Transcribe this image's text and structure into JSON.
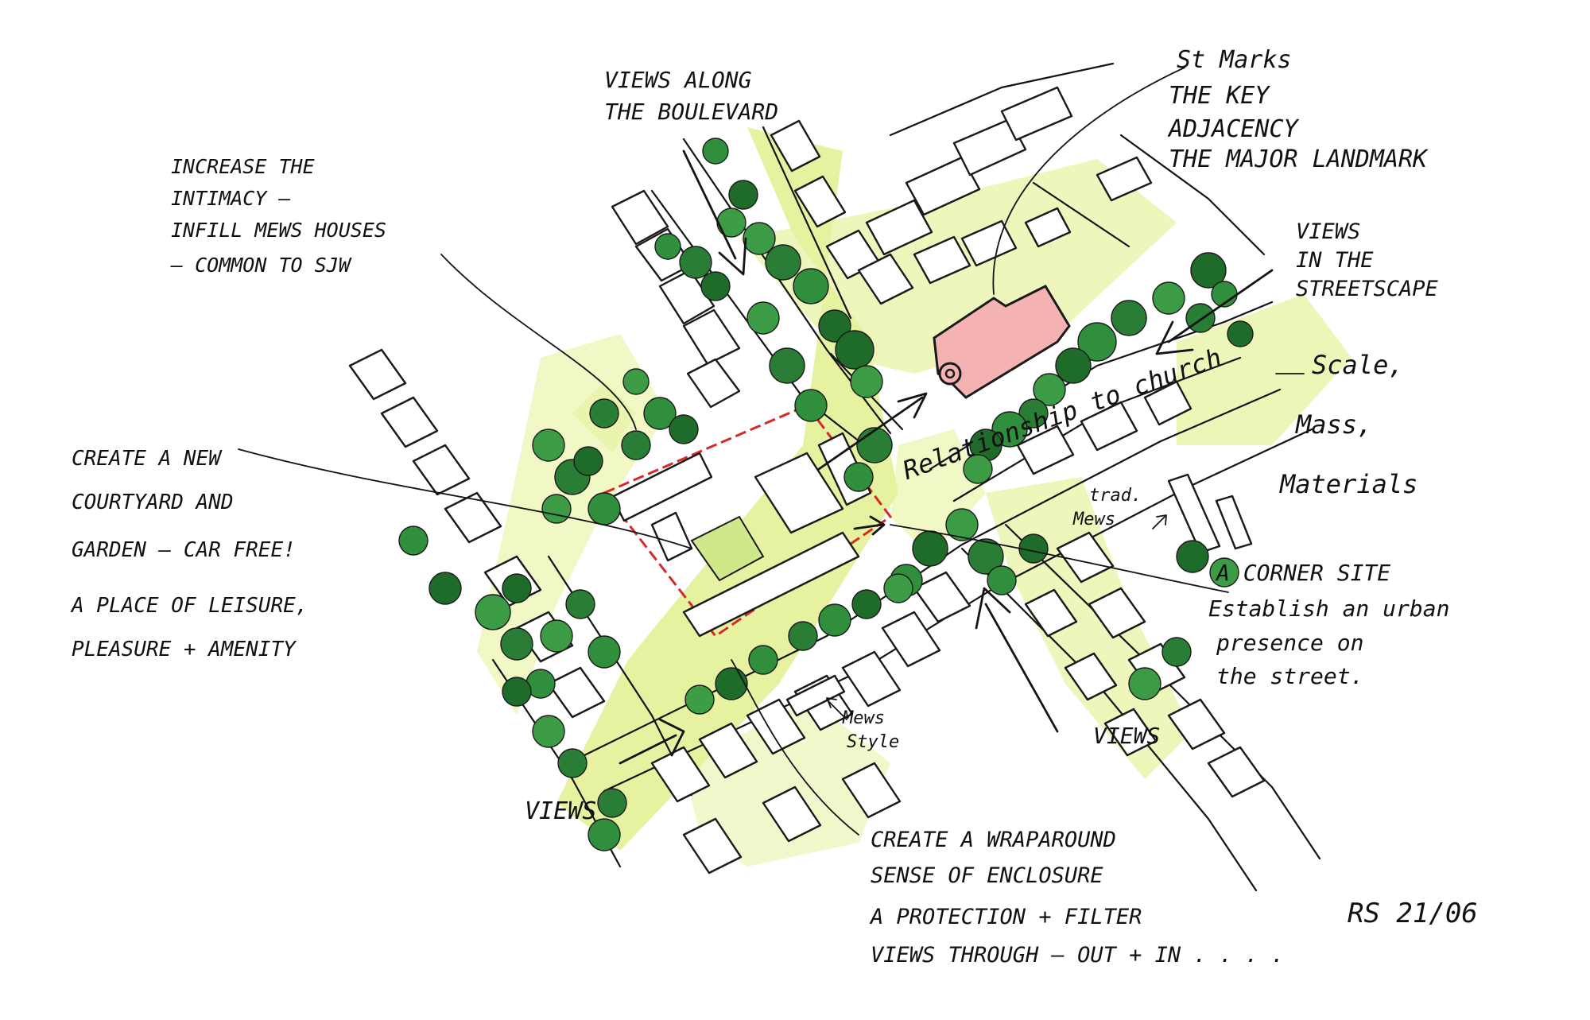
{
  "colors": {
    "paper": "#ffffff",
    "ink": "#141414",
    "wash": "#e2f08e",
    "tree": "#2f8f3c",
    "tree_dark": "#1f6b2a",
    "church": "#f4b2b2",
    "boundary": "#d42a2a"
  },
  "icons": [
    "arrow",
    "tree",
    "building",
    "church",
    "site-boundary"
  ],
  "notes": {
    "views_boulevard": [
      "VIEWS ALONG",
      "THE BOULEVARD"
    ],
    "increase_intimacy": [
      "INCREASE THE",
      "INTIMACY –",
      "INFILL MEWS HOUSES",
      "– COMMON TO SJW"
    ],
    "st_marks": [
      "St Marks",
      "THE KEY",
      "ADJACENCY",
      "THE MAJOR LANDMARK"
    ],
    "views_streetscape": [
      "VIEWS",
      "IN THE",
      "STREETSCAPE"
    ],
    "scale": [
      "Scale,",
      "Mass,",
      "Materials"
    ],
    "relationship": "Relationship to church",
    "trad_mews": [
      "trad.",
      "Mews"
    ],
    "new_courtyard": [
      "CREATE A NEW",
      "COURTYARD AND",
      "GARDEN – CAR FREE!",
      "A PLACE OF LEISURE,",
      "PLEASURE + AMENITY"
    ],
    "corner_site": [
      "A CORNER SITE",
      "Establish an urban",
      "presence on",
      "the street."
    ],
    "mews_style": [
      "Mews",
      "Style"
    ],
    "views_left": "VIEWS",
    "views_right": "VIEWS",
    "wraparound": [
      "CREATE A WRAPAROUND",
      "SENSE OF ENCLOSURE",
      "A PROTECTION + FILTER",
      "VIEWS THROUGH – OUT + IN . . . ."
    ],
    "signature": "RS 21/06"
  }
}
